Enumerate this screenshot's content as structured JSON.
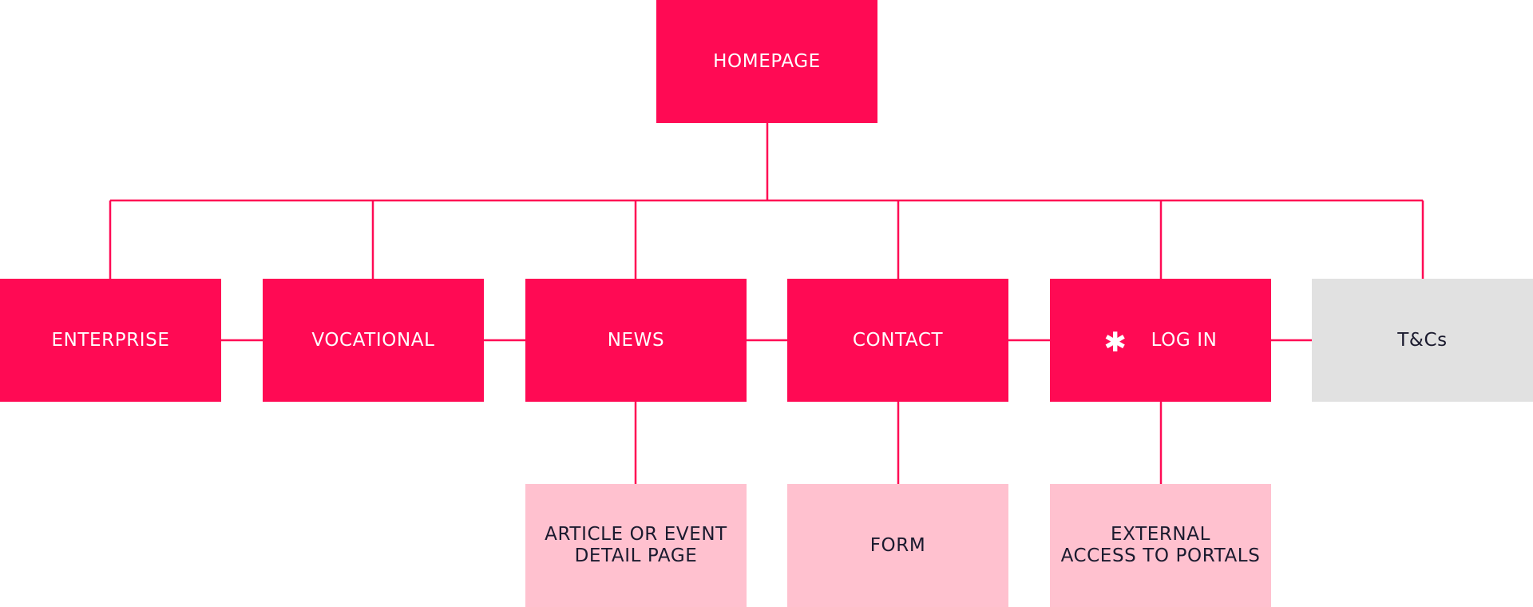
{
  "colors": {
    "primary": "#ff0a54",
    "secondary": "#e1e1e1",
    "tertiary": "#ffc1cf",
    "connector": "#ff0a54",
    "dark_text": "#1a1a2e",
    "light_text": "#ffffff"
  },
  "root": {
    "label": "HOMEPAGE"
  },
  "sections": [
    {
      "label": "ENTERPRISE"
    },
    {
      "label": "VOCATIONAL"
    },
    {
      "label": "NEWS"
    },
    {
      "label": "CONTACT"
    },
    {
      "label": "LOG IN",
      "icon": "asterisk-icon",
      "icon_glyph": "✱"
    },
    {
      "label": "T&Cs"
    }
  ],
  "subpages": [
    {
      "parent": "NEWS",
      "label": "ARTICLE OR EVENT\nDETAIL PAGE"
    },
    {
      "parent": "CONTACT",
      "label": "FORM"
    },
    {
      "parent": "LOG IN",
      "label": "EXTERNAL\nACCESS TO PORTALS"
    }
  ]
}
